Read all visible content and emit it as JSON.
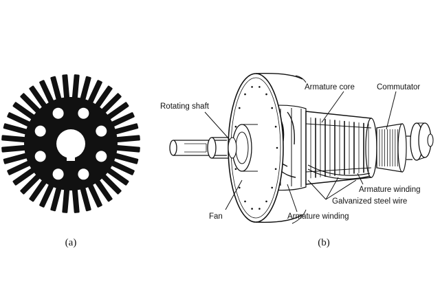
{
  "figure": {
    "panels": [
      {
        "caption": "(a)"
      },
      {
        "caption": "(b)"
      }
    ],
    "labels": {
      "rotating_shaft": "Rotating shaft",
      "armature_core": "Armature core",
      "commutator": "Commutator",
      "armature_winding_right": "Armature winding",
      "galvanized_steel_wire": "Galvanized steel wire",
      "fan": "Fan",
      "armature_winding_bottom": "Armature winding"
    },
    "lamination": {
      "slot_count": 36,
      "hole_count": 8
    }
  }
}
